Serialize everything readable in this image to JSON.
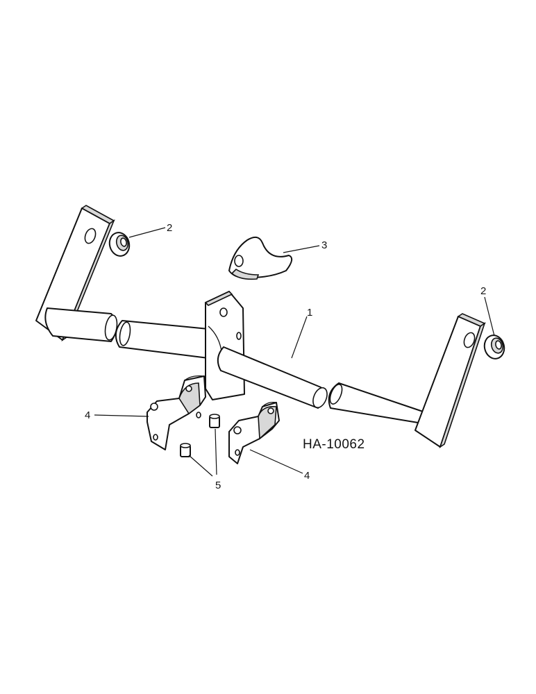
{
  "callouts": {
    "seal_left": "2",
    "seal_right": "2",
    "clamp_top": "3",
    "shaft": "1",
    "bearing_left": "4",
    "bearing_right": "4",
    "bushings": "5"
  },
  "drawing_id": "HA-10062"
}
